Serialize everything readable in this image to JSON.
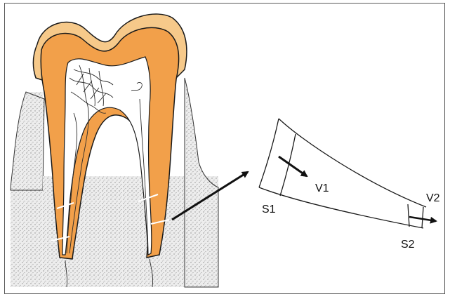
{
  "figure": {
    "labels": {
      "s1": "S1",
      "v1": "V1",
      "s2": "S2",
      "v2": "V2"
    },
    "colors": {
      "enamel": "#f6c98a",
      "dentin": "#f2a04a",
      "pulp": "#ffffff",
      "bone_stipple": "#d9d9d9",
      "outline": "#1a1a1a",
      "frame": "#5a5a5a"
    }
  }
}
